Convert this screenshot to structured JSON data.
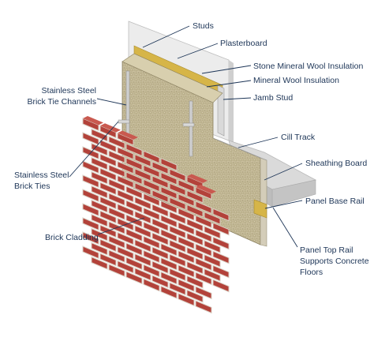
{
  "labels": {
    "studs": "Studs",
    "plasterboard": "Plasterboard",
    "stone_mineral_wool": "Stone Mineral Wool Insulation",
    "mineral_wool": "Mineral Wool Insulation",
    "jamb_stud": "Jamb Stud",
    "brick_tie_channels_l1": "Stainless Steel",
    "brick_tie_channels_l2": "Brick Tie Channels",
    "cill_track": "Cill Track",
    "sheathing_board": "Sheathing Board",
    "brick_ties_l1": "Stainless Steel",
    "brick_ties_l2": "Brick Ties",
    "panel_base_rail": "Panel Base Rail",
    "brick_cladding": "Brick Cladding",
    "panel_top_rail_l1": "Panel Top Rail",
    "panel_top_rail_l2": "Supports Concrete",
    "panel_top_rail_l3": "Floors"
  },
  "colors": {
    "label_text": "#1d3557",
    "leader_line": "#1d3557",
    "brick": "#b3423a",
    "mortar": "#d9cfc4",
    "insulation": "#c8bd9a",
    "plasterboard": "#e9e9e9",
    "sheathing": "#cfc8b8",
    "stud_yellow": "#d6b548",
    "concrete": "#d7d7d7"
  }
}
